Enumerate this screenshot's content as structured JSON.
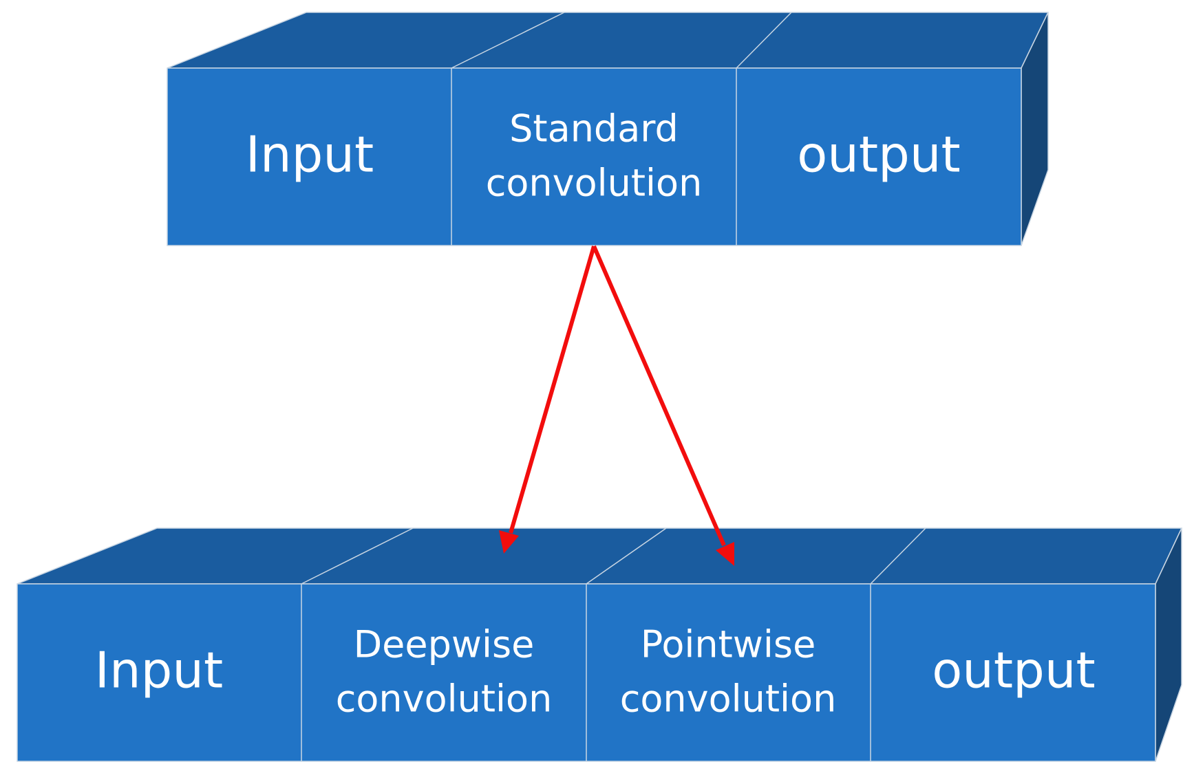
{
  "top_block": {
    "input_label": "Input",
    "middle_line1": "Standard",
    "middle_line2": "convolution",
    "output_label": "output"
  },
  "bottom_block": {
    "input_label": "Input",
    "depthwise_line1": "Deepwise",
    "depthwise_line2": "convolution",
    "pointwise_line1": "Pointwise",
    "pointwise_line2": "convolution",
    "output_label": "output"
  },
  "colors": {
    "block_front": "#2174C6",
    "block_top": "#1A5C9F",
    "block_side": "#154677",
    "arrow": "#F20D0D",
    "text": "#FFFFFF"
  }
}
